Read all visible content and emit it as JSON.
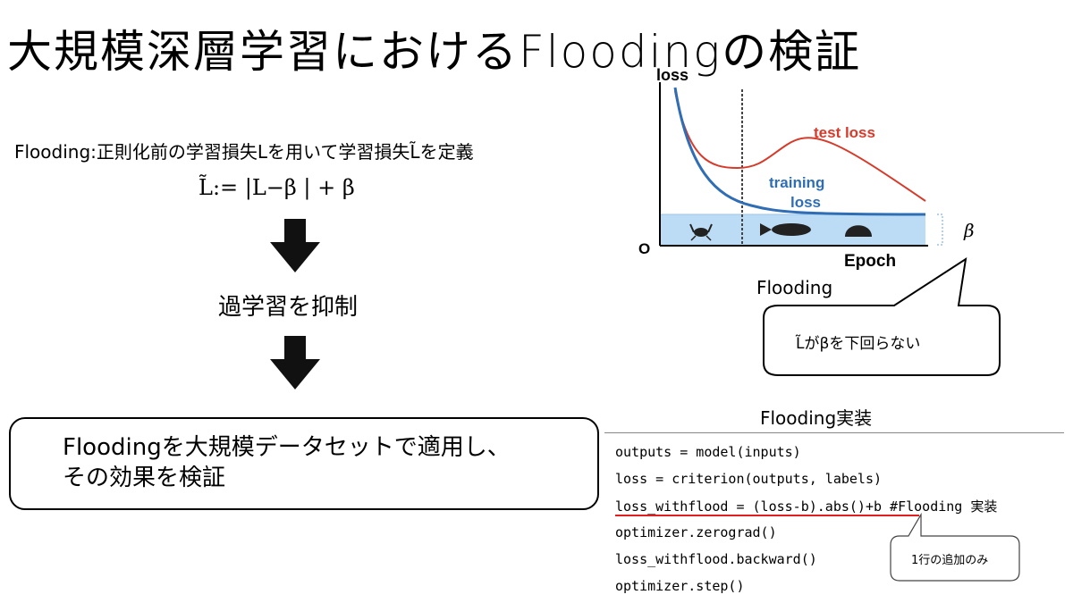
{
  "title": "大規模深層学習におけるFloodingの検証",
  "definition_text": "Flooding:正則化前の学習損失Lを用いて学習損失L̃を定義",
  "formula": "L̃:= |L−β | + β",
  "step_text": "過学習を抑制",
  "conclusion_lines": [
    "Floodingを大規模データセットで適用し、",
    "その効果を検証"
  ],
  "chart": {
    "y_label": "loss",
    "x_label": "Epoch",
    "origin_label": "O",
    "test_label": "test loss",
    "train_label_1": "training",
    "train_label_2": "loss",
    "beta_label": "β",
    "caption": "Flooding",
    "colors": {
      "test": "#d63a2a",
      "train": "#2f6db5",
      "flood": "#bcdcf5"
    },
    "icons": [
      "crab-icon",
      "fish-icon",
      "shell-icon"
    ]
  },
  "bubble_text": "L̃がβを下回らない",
  "implementation": {
    "title": "Flooding実装",
    "code": [
      "outputs = model(inputs)",
      "loss = criterion(outputs, labels)",
      "loss_withflood = (loss-b).abs()+b #Flooding 実装",
      "optimizer.zerograd()",
      "loss_withflood.backward()",
      "optimizer.step()"
    ],
    "callout": "1行の追加のみ"
  }
}
